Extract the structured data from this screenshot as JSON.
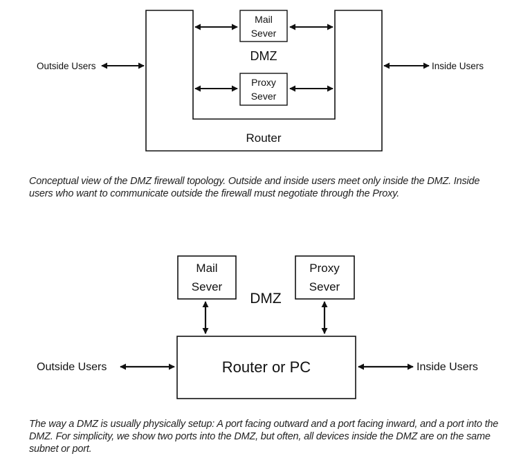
{
  "diagram1": {
    "mail_server_line1": "Mail",
    "mail_server_line2": "Sever",
    "proxy_server_line1": "Proxy",
    "proxy_server_line2": "Sever",
    "dmz_label": "DMZ",
    "router_label": "Router",
    "outside_users": "Outside Users",
    "inside_users": "Inside Users",
    "caption": "Conceptual view of the DMZ firewall topology. Outside and inside users meet only inside the DMZ. Inside users who want to communicate outside the firewall must negotiate through the Proxy."
  },
  "diagram2": {
    "mail_server_line1": "Mail",
    "mail_server_line2": "Sever",
    "proxy_server_line1": "Proxy",
    "proxy_server_line2": "Sever",
    "dmz_label": "DMZ",
    "router_label": "Router or PC",
    "outside_users": "Outside Users",
    "inside_users": "Inside Users",
    "caption": "The way a DMZ is usually physically setup: A port facing outward and a port facing inward, and a port into the DMZ. For simplicity, we show two ports into the DMZ, but often, all devices inside the DMZ are on the same subnet or port."
  }
}
